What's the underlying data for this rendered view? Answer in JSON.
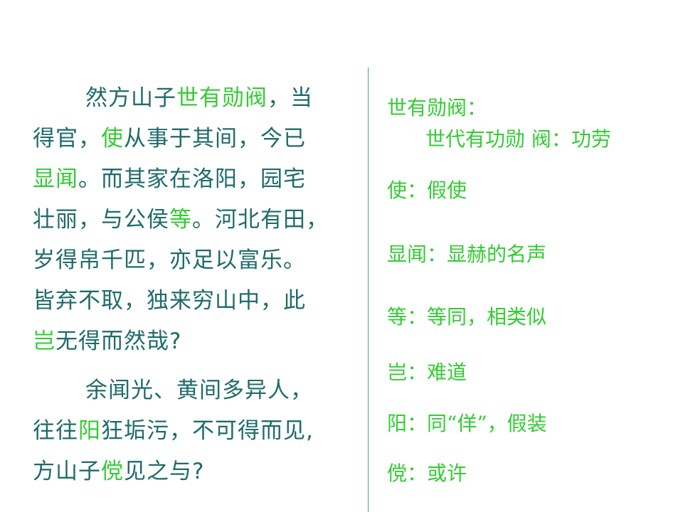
{
  "passage1": {
    "lines": [
      [
        {
          "t": "然方山子"
        },
        {
          "t": "世有勋阀",
          "hl": true
        },
        {
          "t": "，当"
        }
      ],
      [
        {
          "t": "得官，"
        },
        {
          "t": "使",
          "hl": true
        },
        {
          "t": "从事于其间，今已"
        }
      ],
      [
        {
          "t": "显闻",
          "hl": true
        },
        {
          "t": "。而其家在洛阳，园宅"
        }
      ],
      [
        {
          "t": "壮丽，与公侯"
        },
        {
          "t": "等",
          "hl": true
        },
        {
          "t": "。河北有田，"
        }
      ],
      [
        {
          "t": "岁得帛千匹，亦足以富乐。"
        }
      ],
      [
        {
          "t": "皆弃不取，独来穷山中，此"
        }
      ],
      [
        {
          "t": "岂",
          "hl": true
        },
        {
          "t": "无得而然哉?"
        }
      ]
    ]
  },
  "passage2": {
    "lines": [
      [
        {
          "t": "余闻光、黄间多异人，"
        }
      ],
      [
        {
          "t": "往往"
        },
        {
          "t": "阳",
          "hl": true
        },
        {
          "t": "狂垢污，不可得而见,"
        }
      ],
      [
        {
          "t": "方山子"
        },
        {
          "t": "傥",
          "hl": true
        },
        {
          "t": "见之与?"
        }
      ]
    ]
  },
  "notes": {
    "n1_term": "世有勋阀：",
    "n1_def": "世代有功勋  阀：功劳",
    "n2": "使：假使",
    "n3": "显闻：显赫的名声",
    "n4": "等：等同，相类似",
    "n5": "岂：难道",
    "n6": "阳：同“佯”，假装",
    "n7": "傥：或许"
  },
  "colors": {
    "text": "#1f6b6b",
    "highlight": "#33cc33",
    "divider": "#4a9a9a"
  }
}
